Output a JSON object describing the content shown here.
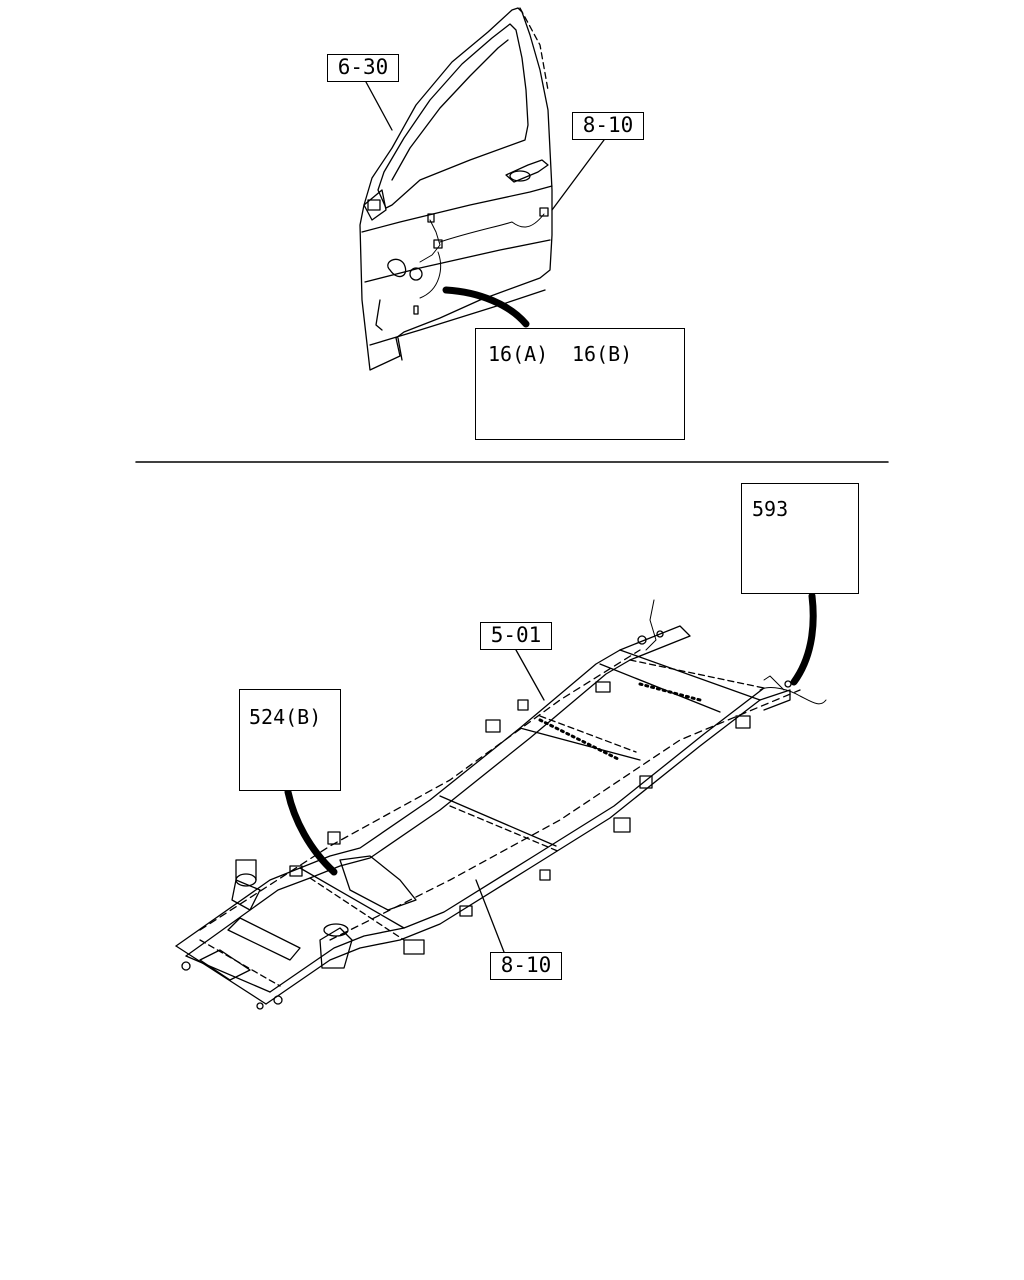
{
  "door_section": {
    "ref_door": "6-30",
    "ref_harness_door": "8-10",
    "detail": {
      "part_a": "16(A)",
      "part_b": "16(B)"
    }
  },
  "frame_section": {
    "ref_frame": "5-01",
    "ref_harness_frame": "8-10",
    "detail_clip": {
      "part": "593"
    },
    "detail_nut": {
      "part": "524(B)"
    }
  },
  "colors": {
    "line": "#000000",
    "background": "#ffffff"
  }
}
